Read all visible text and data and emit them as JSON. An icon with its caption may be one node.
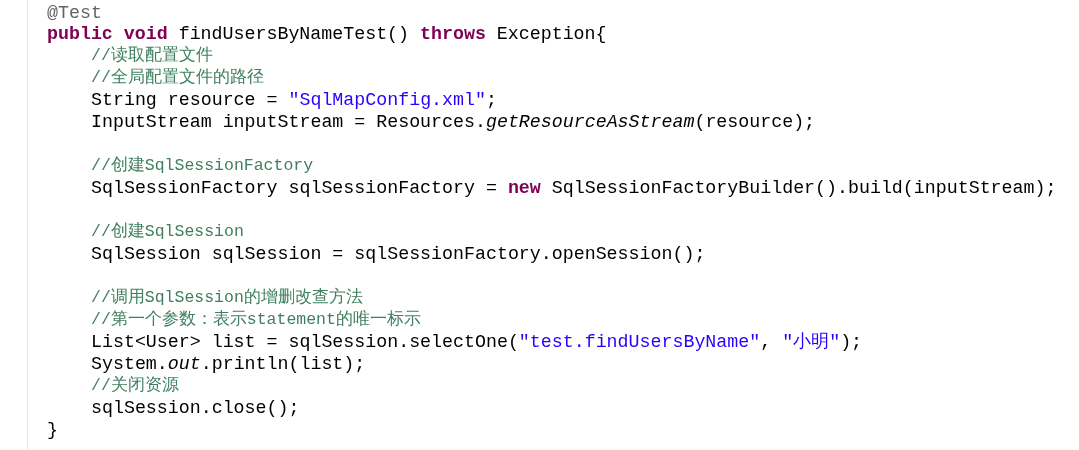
{
  "diagram": {
    "labels": [
      "@Test",
      "**public** **void** findUsersByNameTest() **throws** Exception{",
      "//读取配置文件",
      "//全局配置文件的路径",
      "String resource = \"SqlMapConfig.xml\";",
      "InputStream inputStream = Resources.*getResourceAsStream*(resource);",
      "//创建SqlSessionFactory",
      "SqlSessionFactory sqlSessionFactory = **new** SqlSessionFactoryBuilder().build(inputStream);",
      "//创建SqlSession",
      "SqlSession sqlSession = sqlSessionFactory.openSession();",
      "//调用SqlSession的增删改查方法",
      "//第一个参数：表示statement的唯一标示",
      "List<User> list = sqlSession.selectOne(\"test.findUsersByName\", \"小明\");",
      "System.*out*.println(list);",
      "//关闭资源",
      "sqlSession.close();",
      "}"
    ]
  }
}
